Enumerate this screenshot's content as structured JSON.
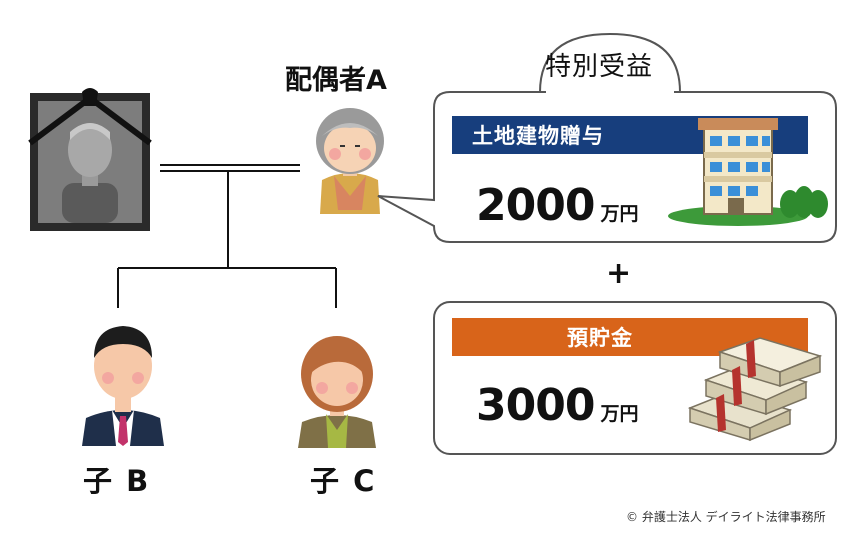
{
  "family": {
    "spouse_label": "配偶者A",
    "child_b_label": "子 B",
    "child_c_label": "子 C"
  },
  "special_benefit": {
    "title": "特別受益",
    "land_building": {
      "label": "土地建物贈与",
      "amount": "2000",
      "unit": "万円"
    },
    "plus": "+",
    "deposits": {
      "label": "預貯金",
      "amount": "3000",
      "unit": "万円"
    }
  },
  "copyright": "© 弁護士法人 デイライト法律事務所",
  "colors": {
    "land_bar": "#173e7d",
    "deposit_bar": "#d8641a",
    "lines": "#111111"
  }
}
